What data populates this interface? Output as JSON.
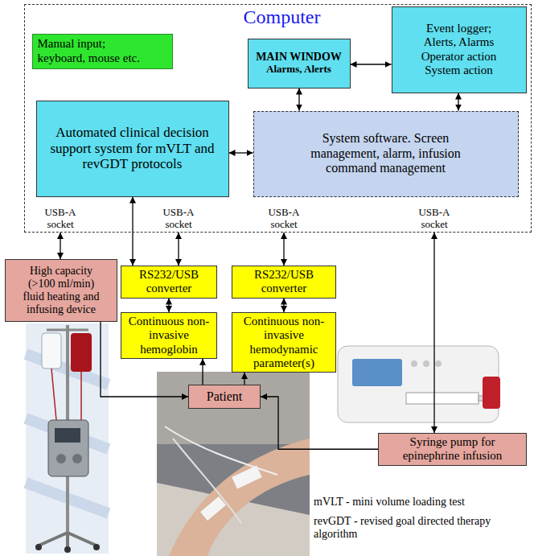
{
  "diagram": {
    "nodes": [
      {
        "text": [
          "Computer"
        ]
      },
      {
        "text": [
          "Manual input; keyboard, mouse etc."
        ],
        "in": 0
      },
      {
        "text": [
          "MAIN WINDOW",
          "Alarms, Alerts"
        ],
        "in": 0
      },
      {
        "text": [
          "Event logger; Alerts, Alarms Operator action System action"
        ],
        "in": 0
      },
      {
        "text": [
          "Automated clinical decision support system for mVLT and revGDT protocols"
        ],
        "in": 0
      },
      {
        "text": [
          "System software. Screen management, alarm, infusion command management"
        ],
        "in": 0
      },
      {
        "text": [
          "High capacity (>100 ml/min) fluid heating and infusing device"
        ]
      },
      {
        "text": [
          "RS232/USB converter"
        ]
      },
      {
        "text": [
          "RS232/USB converter"
        ]
      },
      {
        "text": [
          "Continuous non-invasive hemoglobin"
        ]
      },
      {
        "text": [
          "Continuous non-invasive hemodynamic parameter(s)"
        ]
      },
      {
        "text": [
          "Patient"
        ]
      },
      {
        "text": [
          "Syringe pump for epinephrine infusion"
        ]
      }
    ],
    "edges": [
      {
        "from": 2,
        "to": 3,
        "arrow": "both"
      },
      {
        "from": 2,
        "to": 5,
        "arrow": "both"
      },
      {
        "from": 3,
        "to": 5,
        "arrow": "both"
      },
      {
        "from": 4,
        "to": 5,
        "arrow": "both"
      },
      {
        "from": 0,
        "to": 6,
        "arrow": "both"
      },
      {
        "from": 4,
        "to": 7,
        "arrow": "both"
      },
      {
        "from": 0,
        "to": 7,
        "arrow": "both"
      },
      {
        "from": 7,
        "to": 9,
        "arrow": "both"
      },
      {
        "from": 11,
        "to": 9,
        "arrow": "to"
      },
      {
        "from": 0,
        "to": 8,
        "arrow": "both"
      },
      {
        "from": 8,
        "to": 10,
        "arrow": "both"
      },
      {
        "from": 11,
        "to": 10,
        "arrow": "to"
      },
      {
        "from": 0,
        "to": 12,
        "arrow": "both"
      },
      {
        "from": 12,
        "to": 11,
        "arrow": "to"
      },
      {
        "from": 6,
        "to": 11,
        "arrow": "to"
      }
    ],
    "labels": [
      "USB-A socket",
      "USB-A socket",
      "USB-A socket",
      "USB-A socket",
      "mVLT - mini volume loading test",
      "revGDT - revised goal directed therapy algorithm"
    ]
  }
}
